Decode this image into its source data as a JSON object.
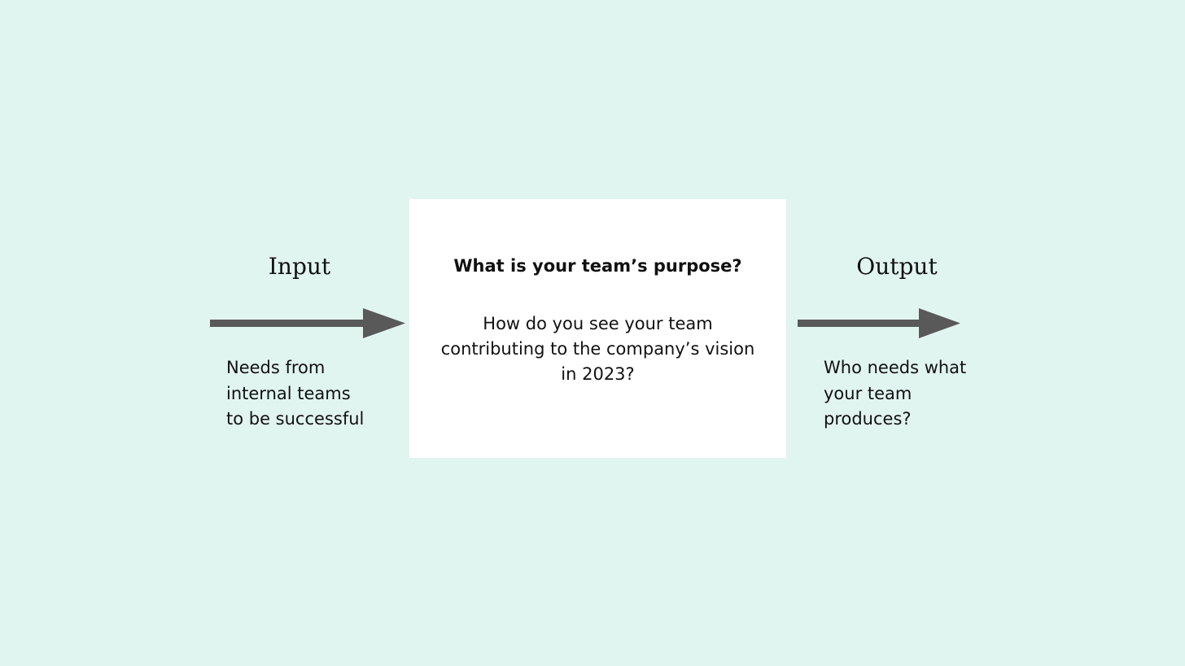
{
  "input": {
    "label": "Input",
    "description": "Needs from\ninternal teams\nto be successful"
  },
  "center": {
    "title": "What is your team’s purpose?",
    "body": "How do you see your team contributing to the company’s vision in 2023?"
  },
  "output": {
    "label": "Output",
    "description": "Who needs what\nyour team\nproduces?"
  },
  "colors": {
    "background": "#e1f5f0",
    "box": "#ffffff",
    "arrow": "#595959",
    "text": "#111111"
  }
}
